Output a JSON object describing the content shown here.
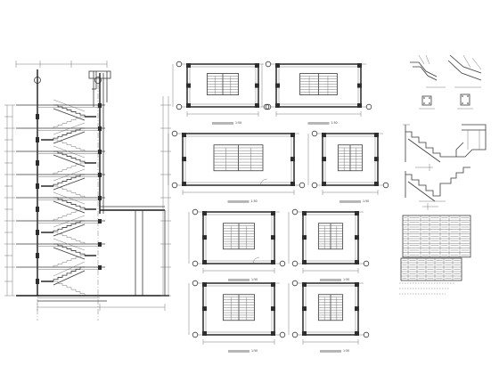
{
  "drawing": {
    "stroke_color": "#3a3a3a",
    "wall_color": "#2e2e2e",
    "background": "#ffffff"
  },
  "plans": {
    "row1_left": {
      "scale": "1:50"
    },
    "row1_right": {
      "scale": "1:50"
    },
    "row2_left": {
      "scale": "1:50"
    },
    "row2_right": {
      "scale": "1:50"
    },
    "row3_left": {
      "scale": "1:50"
    },
    "row3_right": {
      "scale": "1:50"
    }
  }
}
